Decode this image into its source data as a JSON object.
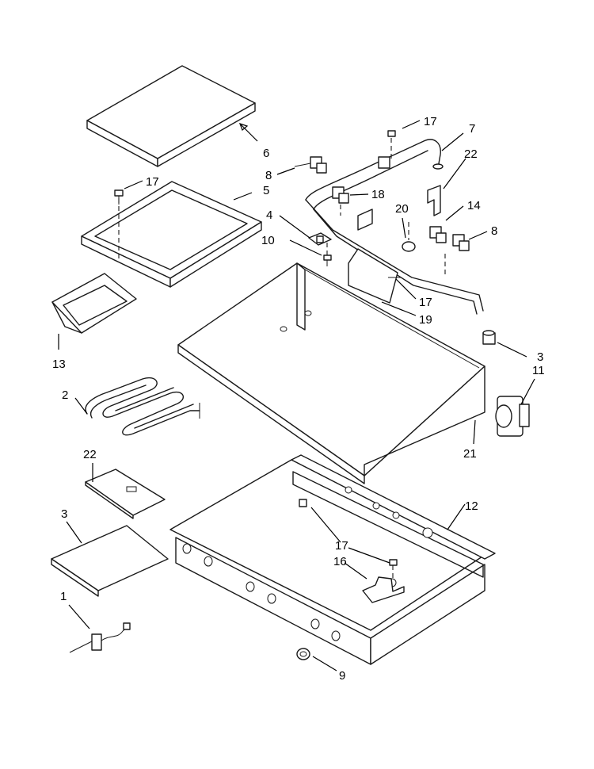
{
  "diagram": {
    "type": "exploded-parts-view",
    "colors": {
      "line": "#1a1a1a",
      "background": "#ffffff"
    },
    "callouts": [
      {
        "id": "c6",
        "label": "6"
      },
      {
        "id": "c5",
        "label": "5"
      },
      {
        "id": "c17a",
        "label": "17"
      },
      {
        "id": "c13",
        "label": "13"
      },
      {
        "id": "c17b",
        "label": "17"
      },
      {
        "id": "c7",
        "label": "7"
      },
      {
        "id": "c8a",
        "label": "8"
      },
      {
        "id": "c22a",
        "label": "22"
      },
      {
        "id": "c18",
        "label": "18"
      },
      {
        "id": "c4",
        "label": "4"
      },
      {
        "id": "c20",
        "label": "20"
      },
      {
        "id": "c14",
        "label": "14"
      },
      {
        "id": "c8b",
        "label": "8"
      },
      {
        "id": "c10",
        "label": "10"
      },
      {
        "id": "c17c",
        "label": "17"
      },
      {
        "id": "c19",
        "label": "19"
      },
      {
        "id": "c3a",
        "label": "3"
      },
      {
        "id": "c11",
        "label": "11"
      },
      {
        "id": "c2",
        "label": "2"
      },
      {
        "id": "c21",
        "label": "21"
      },
      {
        "id": "c22b",
        "label": "22"
      },
      {
        "id": "c12",
        "label": "12"
      },
      {
        "id": "c3b",
        "label": "3"
      },
      {
        "id": "c17d",
        "label": "17"
      },
      {
        "id": "c16",
        "label": "16"
      },
      {
        "id": "c1",
        "label": "1"
      },
      {
        "id": "c9",
        "label": "9"
      }
    ]
  }
}
